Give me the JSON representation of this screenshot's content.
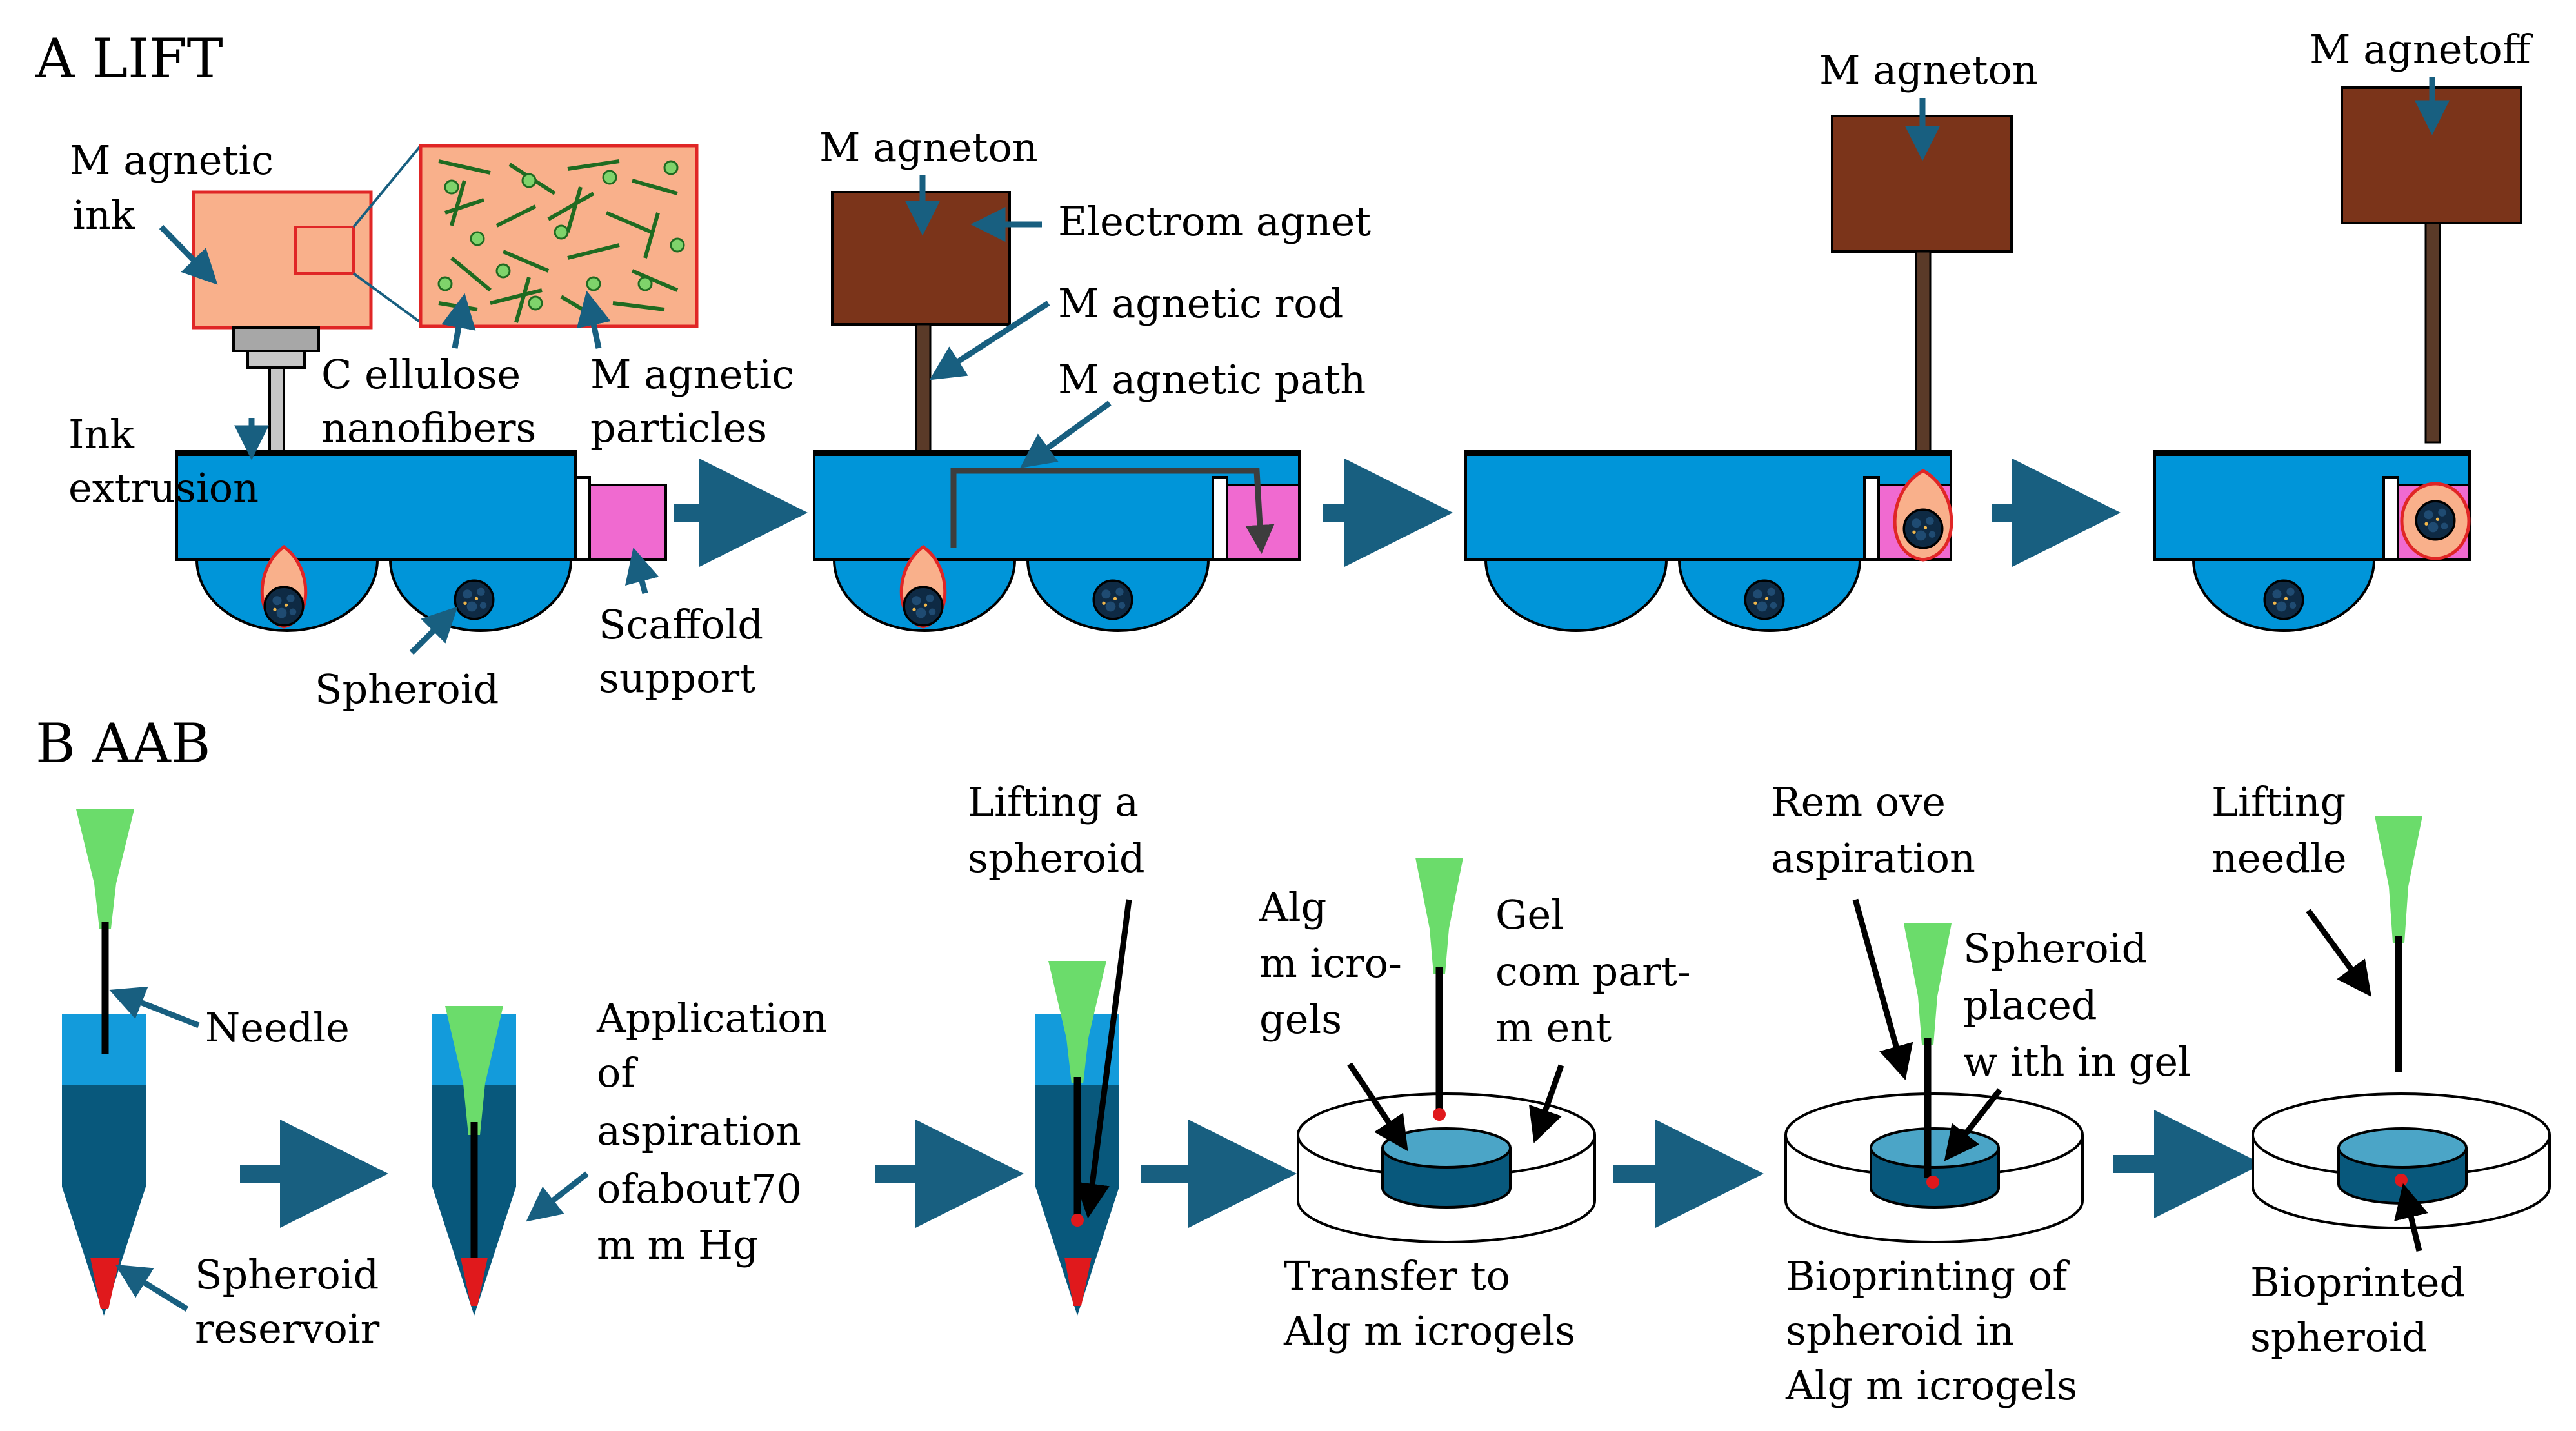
{
  "colors": {
    "blue_plate": "#0095d9",
    "dark_teal": "#08587c",
    "light_blue": "#139bdb",
    "brown": "#7b341a",
    "rod": "#5a3a28",
    "ink_orange": "#f9b08b",
    "ink_border": "#e02626",
    "pink": "#f06ad0",
    "needle_green": "#6bdc6b",
    "arrow_blue": "#185f80",
    "red_cells": "#e0191c",
    "black": "#000000"
  },
  "panelA": {
    "header": "A  LIFT",
    "labels": {
      "magnetic_ink_1": "M agnetic",
      "magnetic_ink_2": "ink",
      "cellulose_1": "C ellulose",
      "cellulose_2": "nanofibers",
      "mag_particles_1": "M agnetic",
      "mag_particles_2": "particles",
      "ink_extrusion_1": "Ink",
      "ink_extrusion_2": "extrusion",
      "scaffold_1": "Scaffold",
      "scaffold_2": "support",
      "spheroid": "Spheroid",
      "magnet_on_1": "M agneton",
      "electromagnet": "Electrom agnet",
      "magnetic_rod": "M agnetic rod",
      "magnetic_path": "M agnetic path",
      "magnet_on_2": "M agneton",
      "magnet_off": "M agnetoff"
    }
  },
  "panelB": {
    "header": "B   AAB",
    "labels": {
      "needle": "Needle",
      "reservoir_1": "Spheroid",
      "reservoir_2": "reservoir",
      "aspiration_1": "Application",
      "aspiration_2": "of",
      "aspiration_3": "aspiration",
      "aspiration_4": "ofabout70",
      "aspiration_5": "m m Hg",
      "lifting_1": "Lifting a",
      "lifting_2": "spheroid",
      "alg_1": "Alg",
      "alg_2": "m icro-",
      "alg_3": "gels",
      "gel_1": "Gel",
      "gel_2": "com part-",
      "gel_3": "m ent",
      "transfer_1": "Transfer to",
      "transfer_2": "Alg m icrogels",
      "remove_1": "Rem ove",
      "remove_2": "aspiration",
      "placed_1": "Spheroid",
      "placed_2": "placed",
      "placed_3": "w ith in gel",
      "bioprint_1": "Bioprinting of",
      "bioprint_2": "spheroid in",
      "bioprint_3": "Alg m icrogels",
      "lift_needle_1": "Lifting",
      "lift_needle_2": "needle",
      "printed_1": "Bioprinted",
      "printed_2": "spheroid"
    }
  }
}
